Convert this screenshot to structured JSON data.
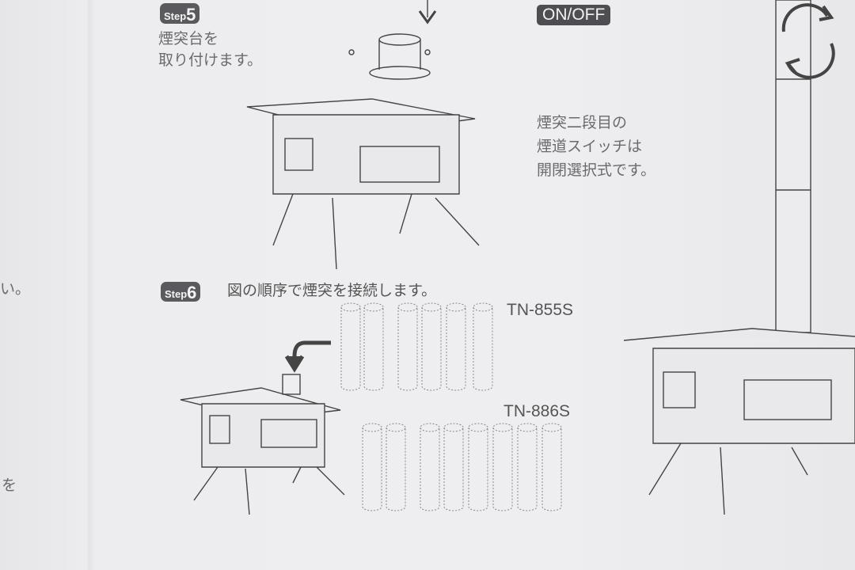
{
  "left_page": {
    "fragment_1": "い。",
    "fragment_2": "を"
  },
  "step5": {
    "badge_word": "Step",
    "badge_number": "5",
    "text": "煙突台を\n取り付けます。"
  },
  "onoff": {
    "label": "ON/OFF"
  },
  "switch_note": {
    "text": "煙突二段目の\n煙道スイッチは\n開閉選択式です。"
  },
  "step6": {
    "badge_word": "Step",
    "badge_number": "6",
    "text": "図の順序で煙突を接続します。"
  },
  "models": [
    {
      "name": "TN-855S",
      "pipes": 6
    },
    {
      "name": "TN-886S",
      "pipes": 8
    }
  ]
}
